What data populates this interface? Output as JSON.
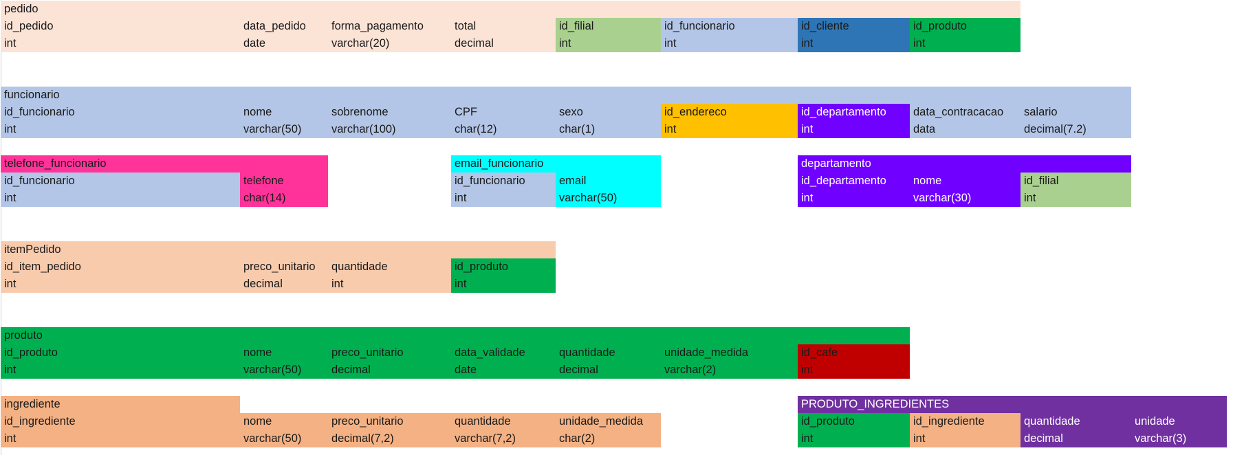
{
  "colors": {
    "pedido": "#FBE3D6",
    "funcionario": "#B4C6E7",
    "id_filial": "#A9D08E",
    "id_cliente": "#2E75B6",
    "green": "#00B050",
    "id_endereco": "#FFC000",
    "departamento": "#7000FF",
    "telefone": "#FF3399",
    "email": "#00FFFF",
    "itemPedido": "#F8CBAD",
    "id_cafe": "#C00000",
    "ingrediente": "#F4B183",
    "produto_ingredientes": "#7030A0"
  },
  "tables": [
    {
      "name": "pedido",
      "cells": [
        {
          "text": "pedido",
          "r": 0,
          "c0": 0,
          "c1": 8,
          "color": "pedido"
        },
        {
          "text": "id_pedido",
          "r": 1,
          "c0": 0,
          "c1": 1,
          "color": "pedido"
        },
        {
          "text": "data_pedido",
          "r": 1,
          "c0": 1,
          "c1": 2,
          "color": "pedido"
        },
        {
          "text": "forma_pagamento",
          "r": 1,
          "c0": 2,
          "c1": 3,
          "color": "pedido"
        },
        {
          "text": "total",
          "r": 1,
          "c0": 3,
          "c1": 4,
          "color": "pedido"
        },
        {
          "text": "id_filial",
          "r": 1,
          "c0": 4,
          "c1": 5,
          "color": "id_filial"
        },
        {
          "text": "id_funcionario",
          "r": 1,
          "c0": 5,
          "c1": 6,
          "color": "funcionario"
        },
        {
          "text": "id_cliente",
          "r": 1,
          "c0": 6,
          "c1": 7,
          "color": "id_cliente"
        },
        {
          "text": "id_produto",
          "r": 1,
          "c0": 7,
          "c1": 8,
          "color": "green"
        },
        {
          "text": "int",
          "r": 2,
          "c0": 0,
          "c1": 1,
          "color": "pedido"
        },
        {
          "text": "date",
          "r": 2,
          "c0": 1,
          "c1": 2,
          "color": "pedido"
        },
        {
          "text": "varchar(20)",
          "r": 2,
          "c0": 2,
          "c1": 3,
          "color": "pedido"
        },
        {
          "text": "decimal",
          "r": 2,
          "c0": 3,
          "c1": 4,
          "color": "pedido"
        },
        {
          "text": "int",
          "r": 2,
          "c0": 4,
          "c1": 5,
          "color": "id_filial"
        },
        {
          "text": "int",
          "r": 2,
          "c0": 5,
          "c1": 6,
          "color": "funcionario"
        },
        {
          "text": "int",
          "r": 2,
          "c0": 6,
          "c1": 7,
          "color": "id_cliente"
        },
        {
          "text": "int",
          "r": 2,
          "c0": 7,
          "c1": 8,
          "color": "green"
        }
      ]
    },
    {
      "name": "funcionario",
      "cells": [
        {
          "text": "funcionario",
          "r": 5,
          "c0": 0,
          "c1": 9,
          "color": "funcionario"
        },
        {
          "text": "id_funcionario",
          "r": 6,
          "c0": 0,
          "c1": 1,
          "color": "funcionario"
        },
        {
          "text": "nome",
          "r": 6,
          "c0": 1,
          "c1": 2,
          "color": "funcionario"
        },
        {
          "text": "sobrenome",
          "r": 6,
          "c0": 2,
          "c1": 3,
          "color": "funcionario"
        },
        {
          "text": "CPF",
          "r": 6,
          "c0": 3,
          "c1": 4,
          "color": "funcionario"
        },
        {
          "text": "sexo",
          "r": 6,
          "c0": 4,
          "c1": 5,
          "color": "funcionario"
        },
        {
          "text": "id_endereco",
          "r": 6,
          "c0": 5,
          "c1": 6,
          "color": "id_endereco"
        },
        {
          "text": "id_departamento",
          "r": 6,
          "c0": 6,
          "c1": 7,
          "color": "departamento",
          "light": true
        },
        {
          "text": "data_contracacao",
          "r": 6,
          "c0": 7,
          "c1": 8,
          "color": "funcionario"
        },
        {
          "text": "salario",
          "r": 6,
          "c0": 8,
          "c1": 9,
          "color": "funcionario"
        },
        {
          "text": "int",
          "r": 7,
          "c0": 0,
          "c1": 1,
          "color": "funcionario"
        },
        {
          "text": "varchar(50)",
          "r": 7,
          "c0": 1,
          "c1": 2,
          "color": "funcionario"
        },
        {
          "text": "varchar(100)",
          "r": 7,
          "c0": 2,
          "c1": 3,
          "color": "funcionario"
        },
        {
          "text": "char(12)",
          "r": 7,
          "c0": 3,
          "c1": 4,
          "color": "funcionario"
        },
        {
          "text": "char(1)",
          "r": 7,
          "c0": 4,
          "c1": 5,
          "color": "funcionario"
        },
        {
          "text": "int",
          "r": 7,
          "c0": 5,
          "c1": 6,
          "color": "id_endereco"
        },
        {
          "text": "int",
          "r": 7,
          "c0": 6,
          "c1": 7,
          "color": "departamento",
          "light": true
        },
        {
          "text": "data",
          "r": 7,
          "c0": 7,
          "c1": 8,
          "color": "funcionario"
        },
        {
          "text": "decimal(7.2)",
          "r": 7,
          "c0": 8,
          "c1": 9,
          "color": "funcionario"
        }
      ]
    },
    {
      "name": "telefone_funcionario",
      "cells": [
        {
          "text": "telefone_funcionario",
          "r": 9,
          "c0": 0,
          "c1": 2,
          "color": "telefone"
        },
        {
          "text": "id_funcionario",
          "r": 10,
          "c0": 0,
          "c1": 1,
          "color": "funcionario"
        },
        {
          "text": "telefone",
          "r": 10,
          "c0": 1,
          "c1": 2,
          "color": "telefone"
        },
        {
          "text": "int",
          "r": 11,
          "c0": 0,
          "c1": 1,
          "color": "funcionario"
        },
        {
          "text": "char(14)",
          "r": 11,
          "c0": 1,
          "c1": 2,
          "color": "telefone"
        }
      ]
    },
    {
      "name": "email_funcionario",
      "cells": [
        {
          "text": "email_funcionario",
          "r": 9,
          "c0": 3,
          "c1": 5,
          "color": "email"
        },
        {
          "text": "id_funcionario",
          "r": 10,
          "c0": 3,
          "c1": 4,
          "color": "funcionario"
        },
        {
          "text": "email",
          "r": 10,
          "c0": 4,
          "c1": 5,
          "color": "email"
        },
        {
          "text": "int",
          "r": 11,
          "c0": 3,
          "c1": 4,
          "color": "funcionario"
        },
        {
          "text": "varchar(50)",
          "r": 11,
          "c0": 4,
          "c1": 5,
          "color": "email"
        }
      ]
    },
    {
      "name": "departamento",
      "cells": [
        {
          "text": "departamento",
          "r": 9,
          "c0": 6,
          "c1": 9,
          "color": "departamento",
          "light": true
        },
        {
          "text": "id_departamento",
          "r": 10,
          "c0": 6,
          "c1": 7,
          "color": "departamento",
          "light": true
        },
        {
          "text": "nome",
          "r": 10,
          "c0": 7,
          "c1": 8,
          "color": "departamento",
          "light": true
        },
        {
          "text": "id_filial",
          "r": 10,
          "c0": 8,
          "c1": 9,
          "color": "id_filial"
        },
        {
          "text": "int",
          "r": 11,
          "c0": 6,
          "c1": 7,
          "color": "departamento",
          "light": true
        },
        {
          "text": "varchar(30)",
          "r": 11,
          "c0": 7,
          "c1": 8,
          "color": "departamento",
          "light": true
        },
        {
          "text": "int",
          "r": 11,
          "c0": 8,
          "c1": 9,
          "color": "id_filial"
        }
      ]
    },
    {
      "name": "itemPedido",
      "cells": [
        {
          "text": "itemPedido",
          "r": 14,
          "c0": 0,
          "c1": 4,
          "color": "itemPedido"
        },
        {
          "text": "id_item_pedido",
          "r": 15,
          "c0": 0,
          "c1": 1,
          "color": "itemPedido"
        },
        {
          "text": "preco_unitario",
          "r": 15,
          "c0": 1,
          "c1": 2,
          "color": "itemPedido"
        },
        {
          "text": "quantidade",
          "r": 15,
          "c0": 2,
          "c1": 3,
          "color": "itemPedido"
        },
        {
          "text": "id_produto",
          "r": 15,
          "c0": 3,
          "c1": 4,
          "color": "green"
        },
        {
          "text": "int",
          "r": 16,
          "c0": 0,
          "c1": 1,
          "color": "itemPedido"
        },
        {
          "text": "decimal",
          "r": 16,
          "c0": 1,
          "c1": 2,
          "color": "itemPedido"
        },
        {
          "text": "int",
          "r": 16,
          "c0": 2,
          "c1": 3,
          "color": "itemPedido"
        },
        {
          "text": "int",
          "r": 16,
          "c0": 3,
          "c1": 4,
          "color": "green"
        }
      ]
    },
    {
      "name": "produto",
      "cells": [
        {
          "text": "produto",
          "r": 19,
          "c0": 0,
          "c1": 7,
          "color": "green"
        },
        {
          "text": "id_produto",
          "r": 20,
          "c0": 0,
          "c1": 1,
          "color": "green"
        },
        {
          "text": "nome",
          "r": 20,
          "c0": 1,
          "c1": 2,
          "color": "green"
        },
        {
          "text": "preco_unitario",
          "r": 20,
          "c0": 2,
          "c1": 3,
          "color": "green"
        },
        {
          "text": "data_validade",
          "r": 20,
          "c0": 3,
          "c1": 4,
          "color": "green"
        },
        {
          "text": "quantidade",
          "r": 20,
          "c0": 4,
          "c1": 5,
          "color": "green"
        },
        {
          "text": "unidade_medida",
          "r": 20,
          "c0": 5,
          "c1": 6,
          "color": "green"
        },
        {
          "text": "id_cafe",
          "r": 20,
          "c0": 6,
          "c1": 7,
          "color": "id_cafe"
        },
        {
          "text": "int",
          "r": 21,
          "c0": 0,
          "c1": 1,
          "color": "green"
        },
        {
          "text": "varchar(50)",
          "r": 21,
          "c0": 1,
          "c1": 2,
          "color": "green"
        },
        {
          "text": "decimal",
          "r": 21,
          "c0": 2,
          "c1": 3,
          "color": "green"
        },
        {
          "text": "date",
          "r": 21,
          "c0": 3,
          "c1": 4,
          "color": "green"
        },
        {
          "text": "decimal",
          "r": 21,
          "c0": 4,
          "c1": 5,
          "color": "green"
        },
        {
          "text": "varchar(2)",
          "r": 21,
          "c0": 5,
          "c1": 6,
          "color": "green"
        },
        {
          "text": "int",
          "r": 21,
          "c0": 6,
          "c1": 7,
          "color": "id_cafe"
        }
      ]
    },
    {
      "name": "ingrediente",
      "cells": [
        {
          "text": "ingrediente",
          "r": 23,
          "c0": 0,
          "c1": 1,
          "color": "ingrediente"
        },
        {
          "text": "id_ingrediente",
          "r": 24,
          "c0": 0,
          "c1": 1,
          "color": "ingrediente"
        },
        {
          "text": "nome",
          "r": 24,
          "c0": 1,
          "c1": 2,
          "color": "ingrediente"
        },
        {
          "text": "preco_unitario",
          "r": 24,
          "c0": 2,
          "c1": 3,
          "color": "ingrediente"
        },
        {
          "text": "quantidade",
          "r": 24,
          "c0": 3,
          "c1": 4,
          "color": "ingrediente"
        },
        {
          "text": "unidade_medida",
          "r": 24,
          "c0": 4,
          "c1": 5,
          "color": "ingrediente"
        },
        {
          "text": "int",
          "r": 25,
          "c0": 0,
          "c1": 1,
          "color": "ingrediente"
        },
        {
          "text": "varchar(50)",
          "r": 25,
          "c0": 1,
          "c1": 2,
          "color": "ingrediente"
        },
        {
          "text": "decimal(7,2)",
          "r": 25,
          "c0": 2,
          "c1": 3,
          "color": "ingrediente"
        },
        {
          "text": "varchar(7,2)",
          "r": 25,
          "c0": 3,
          "c1": 4,
          "color": "ingrediente"
        },
        {
          "text": "char(2)",
          "r": 25,
          "c0": 4,
          "c1": 5,
          "color": "ingrediente"
        }
      ]
    },
    {
      "name": "PRODUTO_INGREDIENTES",
      "cells": [
        {
          "text": "PRODUTO_INGREDIENTES",
          "r": 23,
          "c0": 6,
          "c1": 10,
          "color": "produto_ingredientes",
          "light": true
        },
        {
          "text": "id_produto",
          "r": 24,
          "c0": 6,
          "c1": 7,
          "color": "green"
        },
        {
          "text": "id_ingrediente",
          "r": 24,
          "c0": 7,
          "c1": 8,
          "color": "ingrediente"
        },
        {
          "text": "quantidade",
          "r": 24,
          "c0": 8,
          "c1": 9,
          "color": "produto_ingredientes",
          "light": true
        },
        {
          "text": "unidade",
          "r": 24,
          "c0": 9,
          "c1": 10,
          "color": "produto_ingredientes",
          "light": true
        },
        {
          "text": "int",
          "r": 25,
          "c0": 6,
          "c1": 7,
          "color": "green"
        },
        {
          "text": "int",
          "r": 25,
          "c0": 7,
          "c1": 8,
          "color": "ingrediente"
        },
        {
          "text": "decimal",
          "r": 25,
          "c0": 8,
          "c1": 9,
          "color": "produto_ingredientes",
          "light": true
        },
        {
          "text": "varchar(3)",
          "r": 25,
          "c0": 9,
          "c1": 10,
          "color": "produto_ingredientes",
          "light": true
        }
      ]
    }
  ]
}
